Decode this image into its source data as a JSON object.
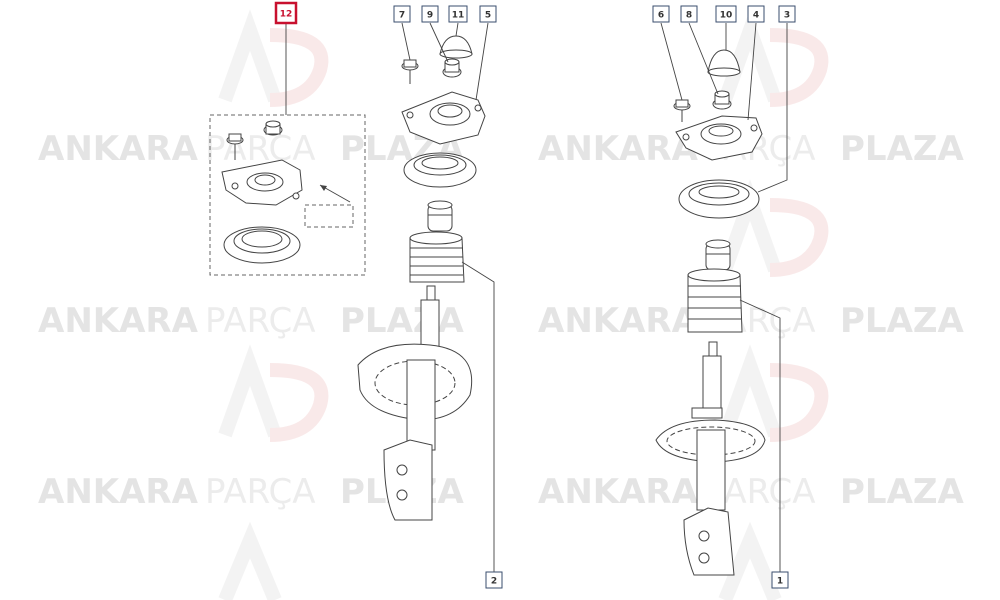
{
  "watermark": {
    "brand_strong": "ANKARA",
    "brand_thin": "PARÇA",
    "brand_end": "PLAZA",
    "logo": "AP"
  },
  "callouts": [
    {
      "id": "c12",
      "label": "12",
      "highlight": true
    },
    {
      "id": "c7",
      "label": "7",
      "highlight": false
    },
    {
      "id": "c9",
      "label": "9",
      "highlight": false
    },
    {
      "id": "c11",
      "label": "11",
      "highlight": false
    },
    {
      "id": "c5",
      "label": "5",
      "highlight": false
    },
    {
      "id": "c2",
      "label": "2",
      "highlight": false
    },
    {
      "id": "c6",
      "label": "6",
      "highlight": false
    },
    {
      "id": "c8",
      "label": "8",
      "highlight": false
    },
    {
      "id": "c10",
      "label": "10",
      "highlight": false
    },
    {
      "id": "c4",
      "label": "4",
      "highlight": false
    },
    {
      "id": "c3",
      "label": "3",
      "highlight": false
    },
    {
      "id": "c1",
      "label": "1",
      "highlight": false
    }
  ],
  "colors": {
    "highlight": "#c8102e",
    "line": "#444444",
    "watermark": "#e4e4e4"
  }
}
